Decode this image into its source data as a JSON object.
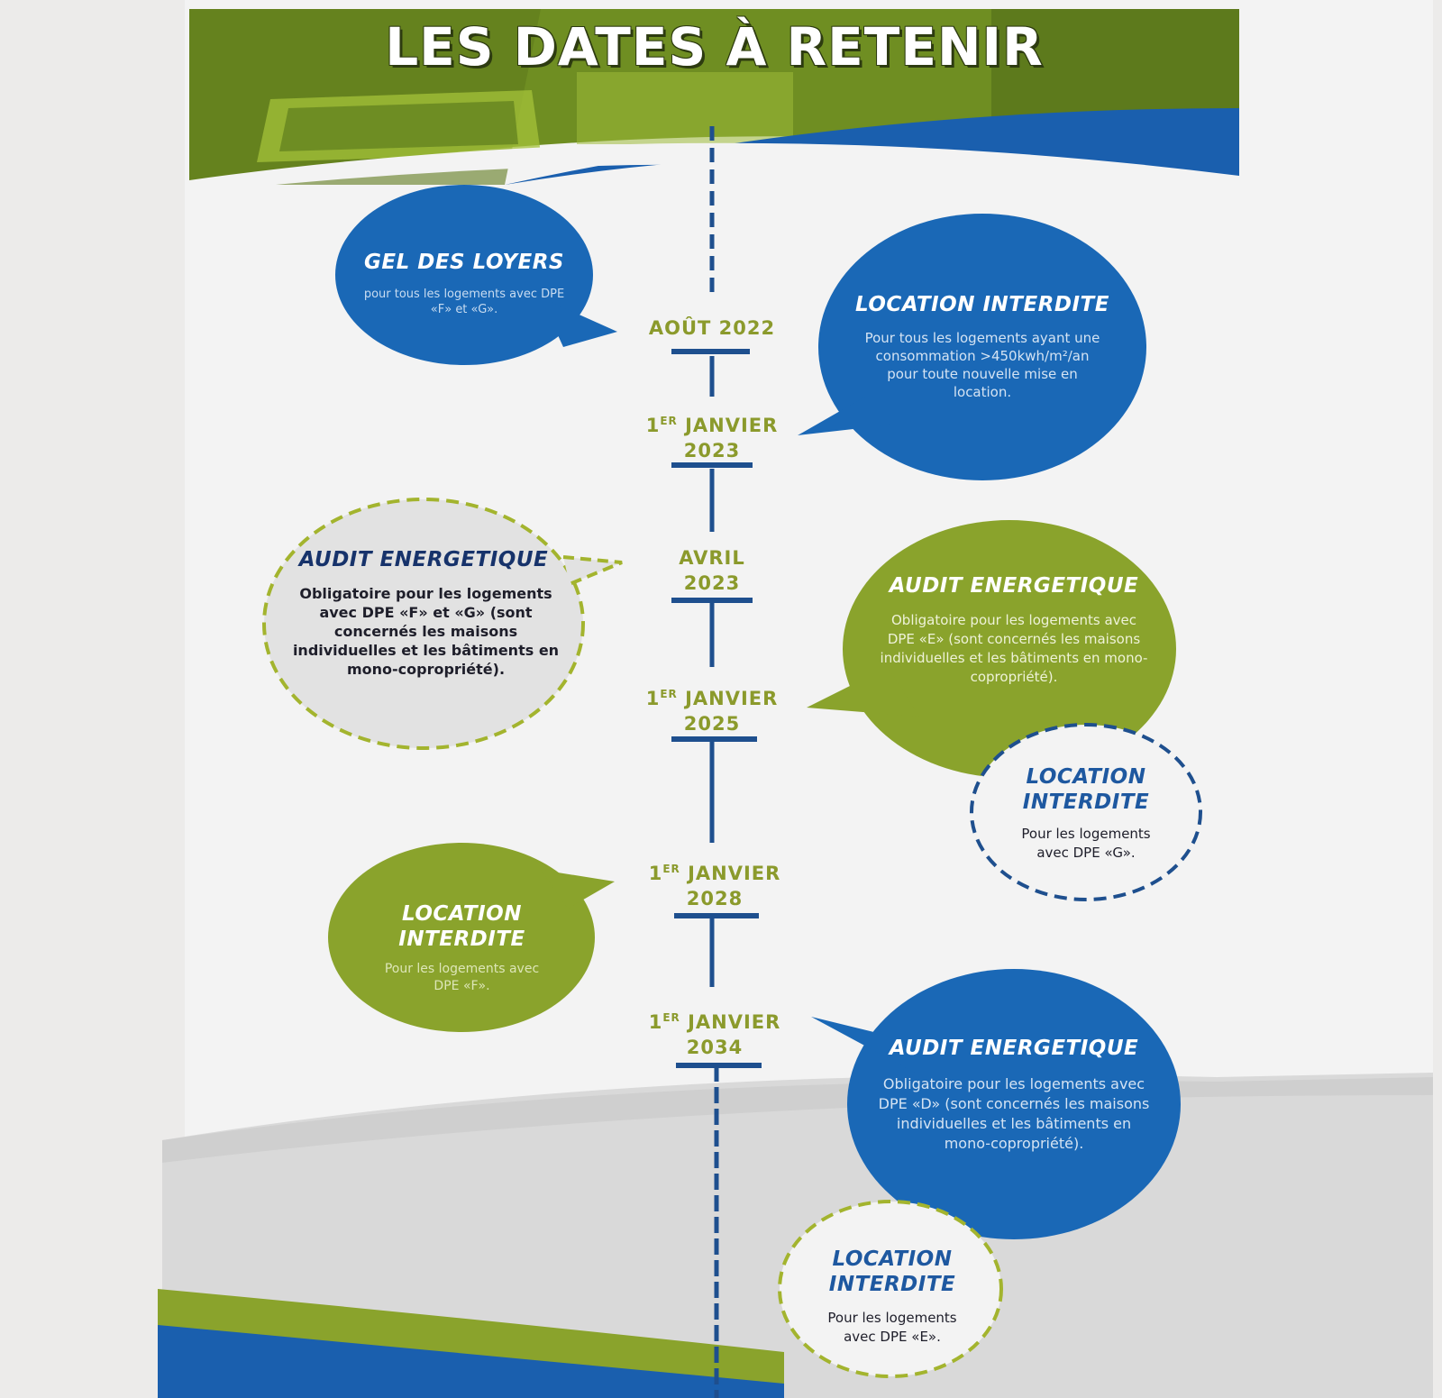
{
  "header": {
    "title": "LES DATES À RETENIR"
  },
  "colors": {
    "blue": "#1a68b6",
    "green": "#8aa32c",
    "date_text": "#8b9a2c",
    "timeline": "#1e4f8e",
    "background": "#ecebea"
  },
  "timeline": [
    {
      "sup": "",
      "line1": "AOÛT 2022",
      "line2": ""
    },
    {
      "sup": "ER",
      "line1": "1 JANVIER",
      "line2": "2023"
    },
    {
      "sup": "",
      "line1": "AVRIL",
      "line2": "2023"
    },
    {
      "sup": "ER",
      "line1": "1 JANVIER",
      "line2": "2025"
    },
    {
      "sup": "ER",
      "line1": "1 JANVIER",
      "line2": "2028"
    },
    {
      "sup": "ER",
      "line1": "1 JANVIER",
      "line2": "2034"
    }
  ],
  "bubbles": {
    "gel_loyers": {
      "title": "GEL DES LOYERS",
      "text": "pour tous les logements avec DPE «F» et «G»."
    },
    "location_2023": {
      "title": "LOCATION INTERDITE",
      "text": "Pour tous les logements ayant une consommation >450kwh/m²/an pour toute nouvelle mise en location."
    },
    "audit_fg": {
      "title": "AUDIT ENERGETIQUE",
      "text": "Obligatoire pour les logements avec DPE «F» et «G» (sont concernés les maisons individuelles et les bâtiments en mono-copropriété)."
    },
    "audit_e": {
      "title": "AUDIT ENERGETIQUE",
      "text": "Obligatoire pour les logements avec DPE «E» (sont concernés les maisons individuelles et les bâtiments en mono-copropriété)."
    },
    "location_g": {
      "title": "LOCATION INTERDITE",
      "text": "Pour les logements avec DPE «G»."
    },
    "location_f": {
      "title": "LOCATION INTERDITE",
      "text": "Pour les logements avec DPE «F»."
    },
    "audit_d": {
      "title": "AUDIT ENERGETIQUE",
      "text": "Obligatoire pour les logements avec DPE «D» (sont concernés les maisons individuelles et les bâtiments en mono-copropriété)."
    },
    "location_e": {
      "title": "LOCATION INTERDITE",
      "text": "Pour les logements avec DPE «E»."
    }
  }
}
